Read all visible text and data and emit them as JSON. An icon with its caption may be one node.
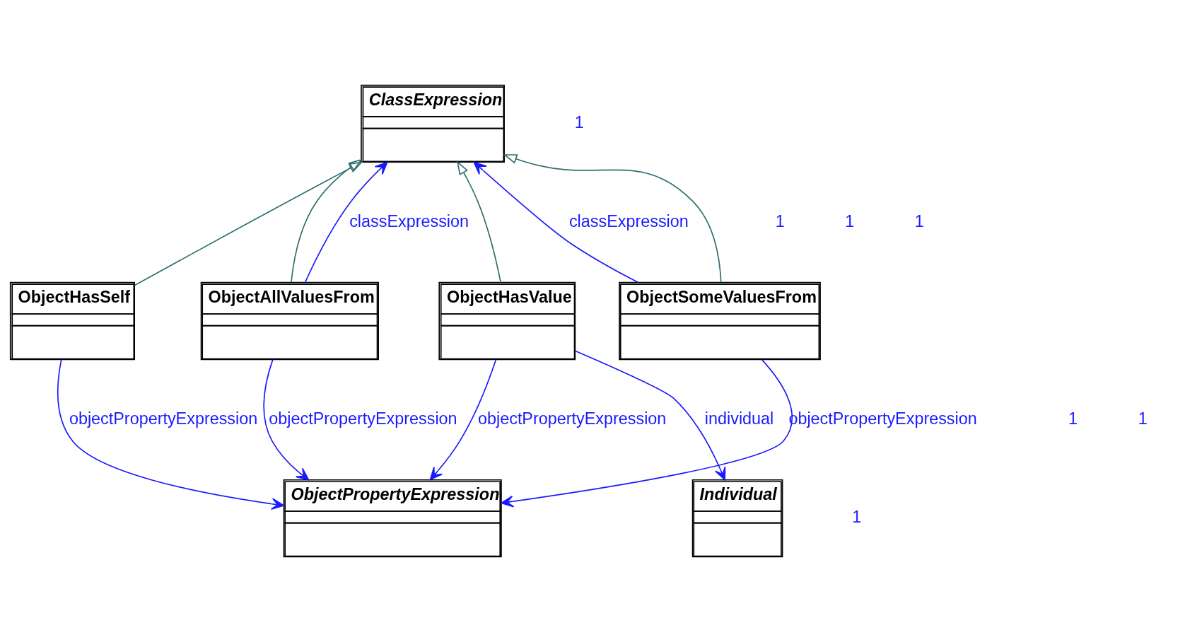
{
  "diagram": {
    "nodes": [
      {
        "text": [
          "ClassExpression"
        ]
      },
      {
        "text": [
          "ObjectAllValuesFrom"
        ]
      },
      {
        "text": [
          "ObjectHasSelf"
        ]
      },
      {
        "text": [
          "ObjectHasValue"
        ]
      },
      {
        "text": [
          "ObjectSomeValuesFrom"
        ]
      },
      {
        "text": [
          "Individual"
        ]
      },
      {
        "text": [
          "ObjectPropertyExpression"
        ]
      }
    ],
    "edges": [
      {
        "from": 1,
        "to": 0,
        "arrow": "to",
        "label": "classExpression"
      },
      {
        "from": 4,
        "to": 0,
        "arrow": "to",
        "label": "classExpression"
      },
      {
        "from": 1,
        "to": 0,
        "arrow": "to",
        "color": "#2f6f6f"
      },
      {
        "from": 2,
        "to": 0,
        "arrow": "to",
        "color": "#2f6f6f"
      },
      {
        "from": 3,
        "to": 0,
        "arrow": "to",
        "color": "#2f6f6f"
      },
      {
        "from": 4,
        "to": 0,
        "arrow": "to",
        "color": "#2f6f6f"
      },
      {
        "from": 3,
        "to": 5,
        "arrow": "to",
        "label": "individual"
      },
      {
        "from": 2,
        "to": 6,
        "arrow": "to",
        "label": "objectPropertyExpression"
      },
      {
        "from": 1,
        "to": 6,
        "arrow": "to",
        "label": "objectPropertyExpression"
      },
      {
        "from": 3,
        "to": 6,
        "arrow": "to",
        "label": "objectPropertyExpression"
      },
      {
        "from": 4,
        "to": 6,
        "arrow": "to",
        "label": "objectPropertyExpression"
      }
    ],
    "labels": [
      "1",
      "1",
      "1",
      "1",
      "1",
      "1",
      "1"
    ]
  }
}
